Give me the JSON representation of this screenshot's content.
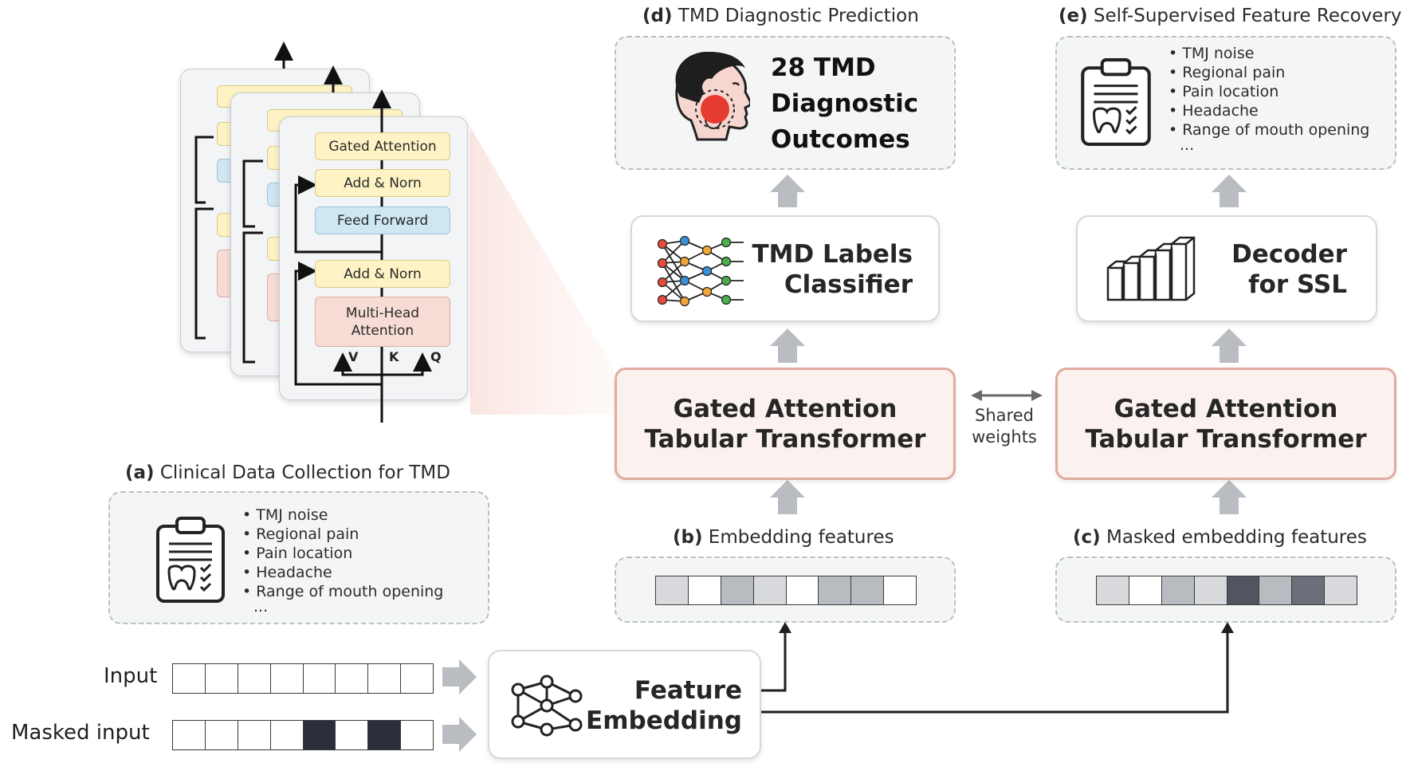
{
  "transformer_block": {
    "gated_attention": "Gated Attention",
    "add_norm_1": "Add & Norn",
    "feed_forward": "Feed Forward",
    "add_norm_2": "Add & Norn",
    "multi_head": "Multi-Head\nAttention",
    "v": "V",
    "k": "K",
    "q": "Q"
  },
  "panel_a": {
    "letter": "(a)",
    "title": " Clinical Data Collection for TMD",
    "items": [
      "TMJ noise",
      "Regional pain",
      "Pain location",
      "Headache",
      "Range of mouth opening",
      "..."
    ]
  },
  "panel_b": {
    "letter": "(b)",
    "title": " Embedding features",
    "cells": [
      "#d8d9dc",
      "#ffffff",
      "#b8bbc0",
      "#d8d9dc",
      "#ffffff",
      "#b8bbc0",
      "#b8bbc0",
      "#ffffff"
    ]
  },
  "panel_c": {
    "letter": "(c)",
    "title": " Masked embedding features",
    "cells": [
      "#d8d9dc",
      "#ffffff",
      "#b8bbc0",
      "#d8d9dc",
      "#50555f",
      "#b8bbc0",
      "#6a6f79",
      "#d8d9dc"
    ]
  },
  "panel_d": {
    "letter": "(d)",
    "title": " TMD Diagnostic Prediction",
    "outcome_line1": "28 TMD",
    "outcome_line2": "Diagnostic",
    "outcome_line3": "Outcomes"
  },
  "panel_e": {
    "letter": "(e)",
    "title": " Self-Supervised Feature Recovery",
    "items": [
      "TMJ noise",
      "Regional pain",
      "Pain location",
      "Headache",
      "Range of mouth opening",
      "..."
    ]
  },
  "classifier": {
    "line1": "TMD Labels",
    "line2": "Classifier"
  },
  "decoder": {
    "line1": "Decoder",
    "line2": "for SSL"
  },
  "gatt_left": {
    "line1": "Gated Attention",
    "line2": "Tabular Transformer"
  },
  "gatt_right": {
    "line1": "Gated Attention",
    "line2": "Tabular Transformer"
  },
  "shared": {
    "line1": "Shared",
    "line2": "weights"
  },
  "feature_embedding": {
    "line1": "Feature",
    "line2": "Embedding"
  },
  "inputs": {
    "input_label": "Input",
    "masked_label": "Masked input",
    "input_cells": [
      "#ffffff",
      "#ffffff",
      "#ffffff",
      "#ffffff",
      "#ffffff",
      "#ffffff",
      "#ffffff",
      "#ffffff"
    ],
    "masked_cells": [
      "#ffffff",
      "#ffffff",
      "#ffffff",
      "#ffffff",
      "#2a2f3b",
      "#ffffff",
      "#2a2f3b",
      "#ffffff"
    ]
  },
  "colors": {
    "accent_red": "#e2aaa0",
    "block_yellow": "#fdf3c5",
    "block_blue": "#cfe6f3",
    "block_red": "#f7dcd5"
  }
}
